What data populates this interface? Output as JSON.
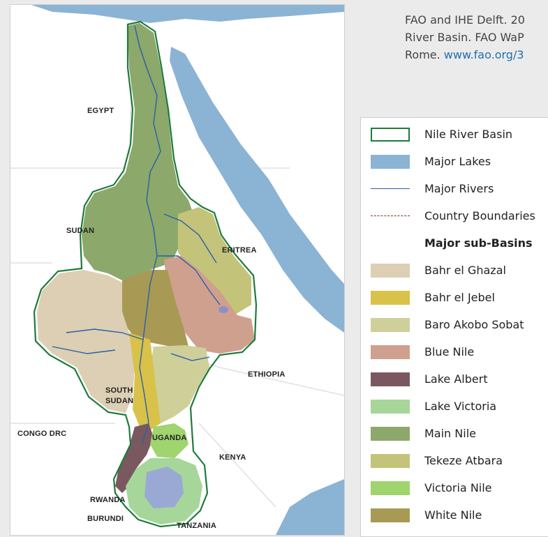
{
  "citation": {
    "line1": "FAO and IHE Delft. 20",
    "line2": "River Basin. FAO WaP",
    "line3_prefix": "Rome. ",
    "line3_link": "www.fao.org/3"
  },
  "map": {
    "labels": {
      "egypt": "EGYPT",
      "sudan": "SUDAN",
      "eritrea": "ERITREA",
      "ethiopia": "ETHIOPIA",
      "south_sudan_1": "SOUTH",
      "south_sudan_2": "SUDAN",
      "congo": "CONGO DRC",
      "uganda": "UGANDA",
      "kenya": "KENYA",
      "rwanda": "RWANDA",
      "burundi": "BURUNDI",
      "tanzania": "TANZANIA"
    }
  },
  "legend": {
    "basin": "Nile River Basin",
    "lakes": "Major Lakes",
    "rivers": "Major Rivers",
    "boundaries": "Country Boundaries",
    "subbasins_heading": "Major sub-Basins",
    "subbasins": [
      {
        "name": "Bahr el Ghazal",
        "color": "#dccfb3"
      },
      {
        "name": "Bahr el Jebel",
        "color": "#d9c24a"
      },
      {
        "name": "Baro Akobo Sobat",
        "color": "#cfcf9a"
      },
      {
        "name": "Blue Nile",
        "color": "#cfa08e"
      },
      {
        "name": "Lake Albert",
        "color": "#7a5860"
      },
      {
        "name": "Lake Victoria",
        "color": "#a6d69a"
      },
      {
        "name": "Main Nile",
        "color": "#8ca86a"
      },
      {
        "name": "Tekeze Atbara",
        "color": "#c3c47a"
      },
      {
        "name": "Victoria Nile",
        "color": "#9fd46e"
      },
      {
        "name": "White Nile",
        "color": "#a89a55"
      }
    ]
  },
  "colors": {
    "basin_outline": "#1e7a3c",
    "lake": "#8bb3d4",
    "river": "#2a5fa8",
    "boundary": "#6b3a2a"
  }
}
